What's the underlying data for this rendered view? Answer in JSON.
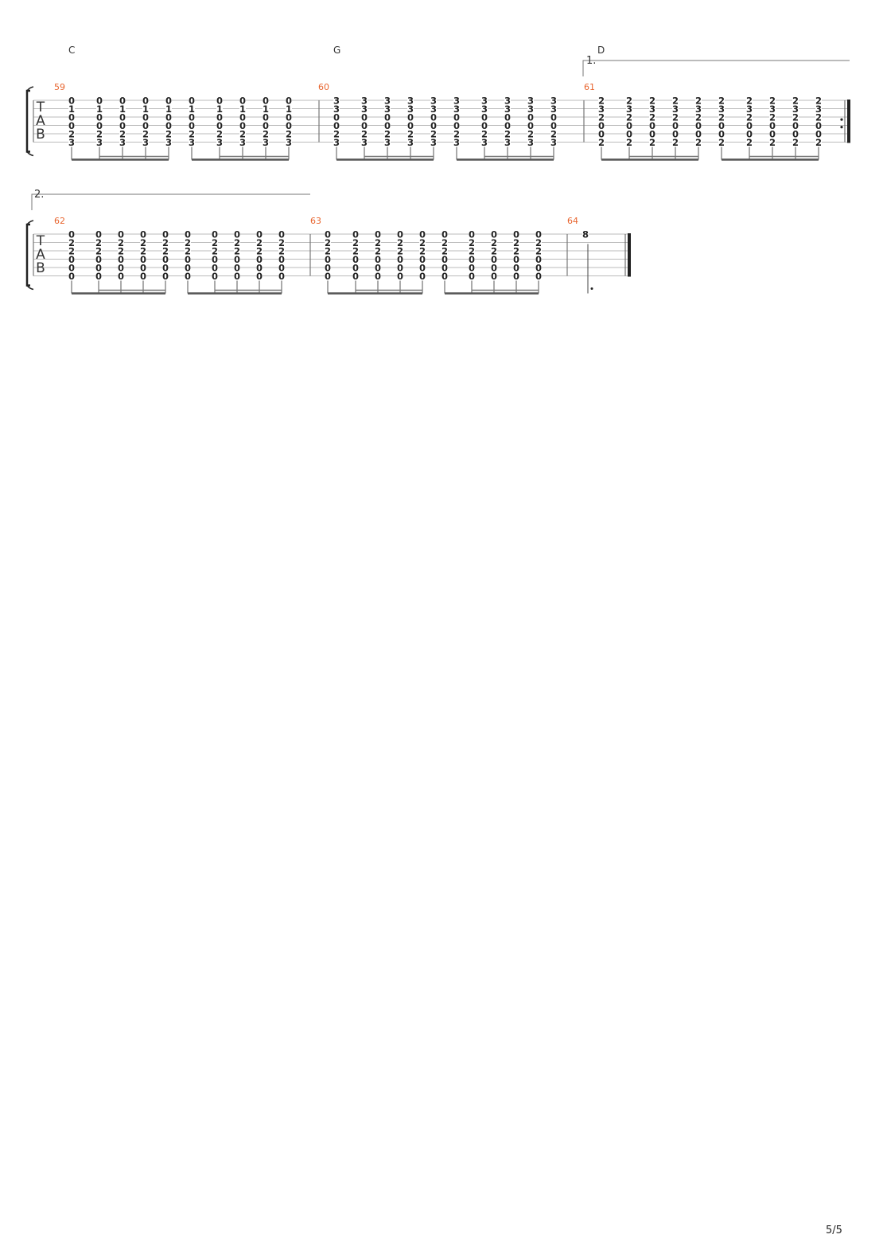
{
  "page_number": "5/5",
  "tab_clef": [
    "T",
    "A",
    "B"
  ],
  "systems": [
    {
      "volta": "1.",
      "measures": [
        {
          "number": "59",
          "chord": "C",
          "chord_frets": [
            "0",
            "1",
            "0",
            "0",
            "2",
            "3"
          ],
          "beats": 10
        },
        {
          "number": "60",
          "chord": "G",
          "chord_frets": [
            "3",
            "3",
            "0",
            "0",
            "2",
            "3"
          ],
          "beats": 10
        },
        {
          "number": "61",
          "chord": "D",
          "chord_frets": [
            "2",
            "3",
            "2",
            "0",
            "0",
            "2"
          ],
          "beats": 10
        }
      ]
    },
    {
      "volta": "2.",
      "measures": [
        {
          "number": "62",
          "chord": "",
          "chord_frets": [
            "0",
            "2",
            "2",
            "0",
            "0",
            "0"
          ],
          "beats": 10
        },
        {
          "number": "63",
          "chord": "",
          "chord_frets": [
            "0",
            "2",
            "2",
            "0",
            "0",
            "0"
          ],
          "beats": 10
        },
        {
          "number": "64",
          "chord": "",
          "chord_frets": [
            "8"
          ],
          "beats": 1
        }
      ]
    }
  ]
}
